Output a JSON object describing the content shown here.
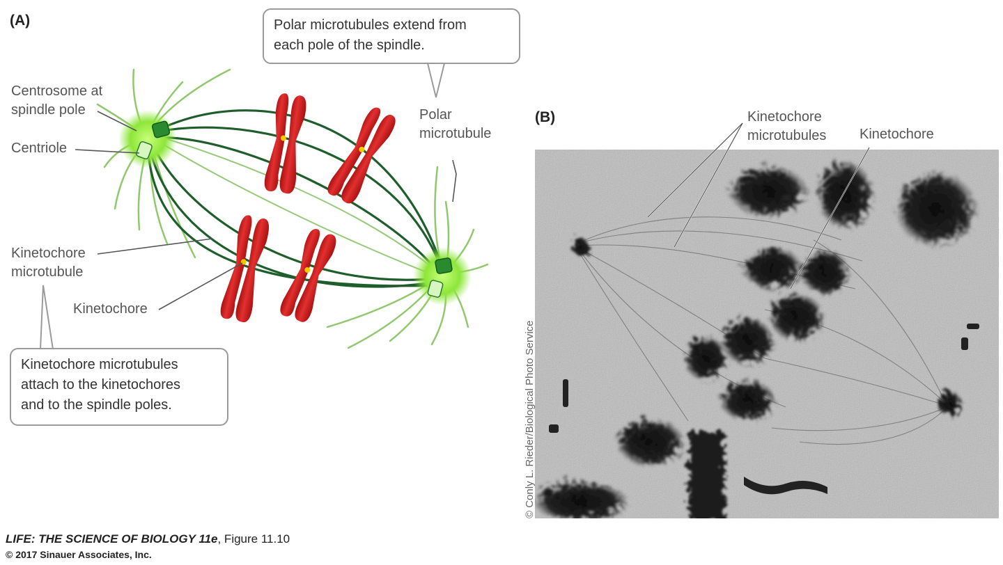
{
  "panel_a": {
    "letter": "(A)",
    "callout_top": {
      "line1": "Polar microtubules extend from",
      "line2": "each pole of the spindle."
    },
    "callout_bottom": {
      "line1": "Kinetochore microtubules",
      "line2": "attach to the kinetochores",
      "line3": "and to the spindle poles."
    },
    "labels": {
      "centrosome_line1": "Centrosome at",
      "centrosome_line2": "spindle pole",
      "centriole": "Centriole",
      "polar_line1": "Polar",
      "polar_line2": "microtubule",
      "kinetochore_mt_line1": "Kinetochore",
      "kinetochore_mt_line2": "microtubule",
      "kinetochore": "Kinetochore"
    },
    "colors": {
      "spindle": "#1e5e2a",
      "chromosome": "#cc2020",
      "centrosome": "#8ee63a",
      "kinetochore": "#f5c800"
    }
  },
  "panel_b": {
    "letter": "(B)",
    "labels": {
      "kinetochore_mt_line1": "Kinetochore",
      "kinetochore_mt_line2": "microtubules",
      "kinetochore": "Kinetochore"
    },
    "credit": "© Conly L. Rieder/Biological Photo Service"
  },
  "footer": {
    "book_title": "LIFE: THE SCIENCE OF BIOLOGY 11e",
    "figure": ", Figure 11.10",
    "copyright": "© 2017 Sinauer Associates, Inc."
  }
}
